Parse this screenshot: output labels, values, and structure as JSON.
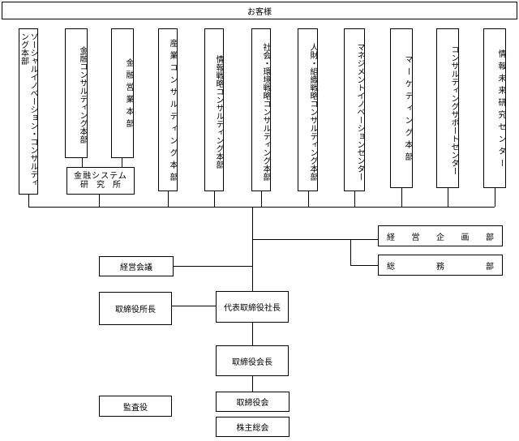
{
  "title": "お客様",
  "divisions": [
    "ソーシャルイノベーション・コンサルティング本部",
    "金融コンサルティング本部",
    "金融営業本部",
    "産業コンサルティング本部",
    "情報戦略コンサルティング本部",
    "社会・環境戦略コンサルティング本部",
    "人財・組織戦略コンサルティング本部",
    "マネジメントイノベーションセンター",
    "マーケティング本部",
    "コンサルティングサポートセンター",
    "情報未来研究センター"
  ],
  "research": {
    "line1": "金融システム",
    "line2": "研究所"
  },
  "staff": {
    "planning": [
      "経",
      "営",
      "企",
      "画",
      "部"
    ],
    "general": [
      "総",
      "務",
      "部"
    ]
  },
  "management": {
    "council": "経営会議",
    "chairman": "取締役所長",
    "president": "代表取締役社長",
    "board_chair": "取締役会長",
    "board": "取締役会",
    "auditor": "監査役",
    "shareholders": "株主総会"
  }
}
